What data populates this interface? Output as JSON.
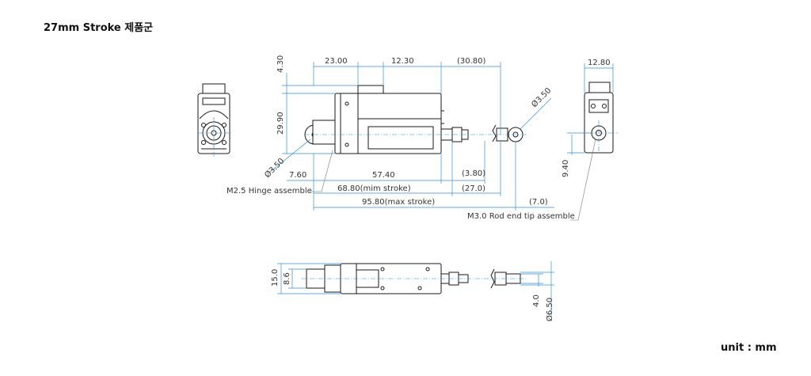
{
  "title": "27mm Stroke 제품군",
  "unit": "unit : mm",
  "colors": {
    "dimension": "#2f8fd4",
    "outline": "#1a1a1a",
    "text": "#333333"
  },
  "dimensions": {
    "top_height": "4.30",
    "body_height": "29.90",
    "seg_23": "23.00",
    "seg_12": "12.30",
    "ext_30": "(30.80)",
    "hole_left": "Ø3.50",
    "hole_right": "Ø3.50",
    "side_width": "12.80",
    "side_9": "9.40",
    "hinge_7": "7.60",
    "body_57": "57.40",
    "tip_3": "(3.80)",
    "min_stroke": "68.80(mim stroke)",
    "stroke_27": "(27.0)",
    "max_stroke": "95.80(max stroke)",
    "tip_7": "(7.0)",
    "bottom_15": "15.0",
    "bottom_86": "8.6",
    "bottom_4": "4.0",
    "bottom_65": "Ø6.50"
  },
  "notes": {
    "hinge": "M2.5 Hinge assemble",
    "rod_end": "M3.0 Rod end tip assemble"
  }
}
